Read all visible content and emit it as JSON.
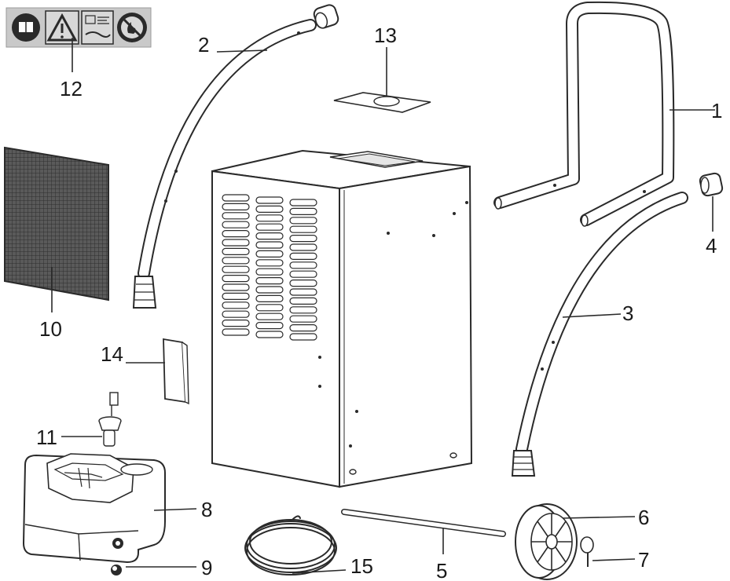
{
  "parts": [
    {
      "number": "1"
    },
    {
      "number": "2"
    },
    {
      "number": "3"
    },
    {
      "number": "4"
    },
    {
      "number": "5"
    },
    {
      "number": "6"
    },
    {
      "number": "7"
    },
    {
      "number": "8"
    },
    {
      "number": "9"
    },
    {
      "number": "10"
    },
    {
      "number": "11"
    },
    {
      "number": "12"
    },
    {
      "number": "13"
    },
    {
      "number": "14"
    },
    {
      "number": "15"
    }
  ],
  "colors": {
    "line": "#2a2a2a",
    "filter_mesh": "#4a4a4a",
    "label_plate": "#c9c9c9",
    "background": "#ffffff"
  },
  "icons": [
    "read-manual-icon",
    "warning-triangle-icon",
    "instruction-pictogram-icon",
    "no-fire-icon"
  ]
}
